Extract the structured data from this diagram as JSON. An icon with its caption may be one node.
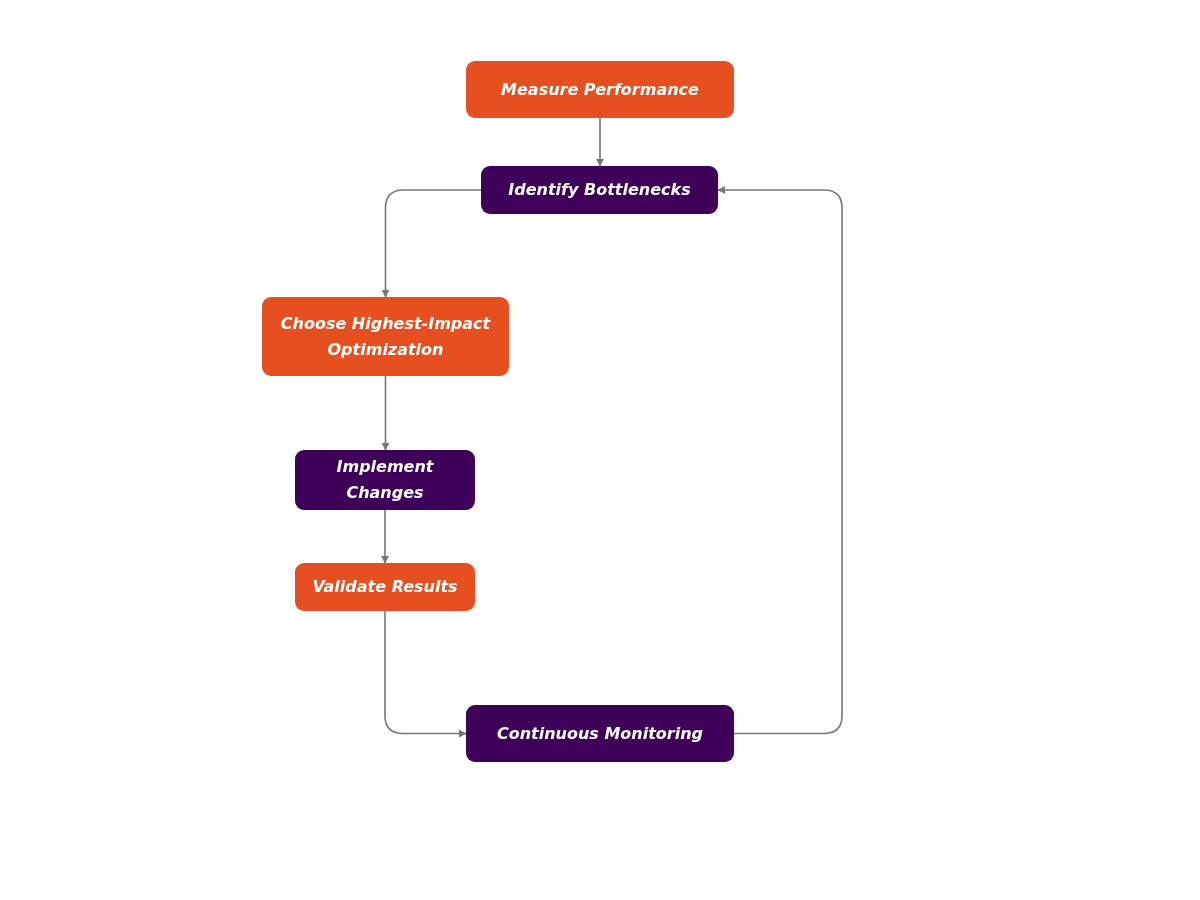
{
  "diagram": {
    "nodes": [
      {
        "text": [
          "Measure Performance"
        ]
      },
      {
        "text": [
          "Identify Bottlenecks"
        ]
      },
      {
        "text": [
          "Choose Highest-Impact Optimization"
        ]
      },
      {
        "text": [
          "Implement Changes"
        ]
      },
      {
        "text": [
          "Validate Results"
        ]
      },
      {
        "text": [
          "Continuous Monitoring"
        ]
      }
    ],
    "edges": [
      {
        "from": 0,
        "to": 1,
        "arrow": "to"
      },
      {
        "from": 1,
        "to": 2,
        "arrow": "to"
      },
      {
        "from": 2,
        "to": 3,
        "arrow": "to"
      },
      {
        "from": 3,
        "to": 4,
        "arrow": "to"
      },
      {
        "from": 4,
        "to": 5,
        "arrow": "to"
      },
      {
        "from": 5,
        "to": 1,
        "arrow": "to"
      }
    ]
  }
}
